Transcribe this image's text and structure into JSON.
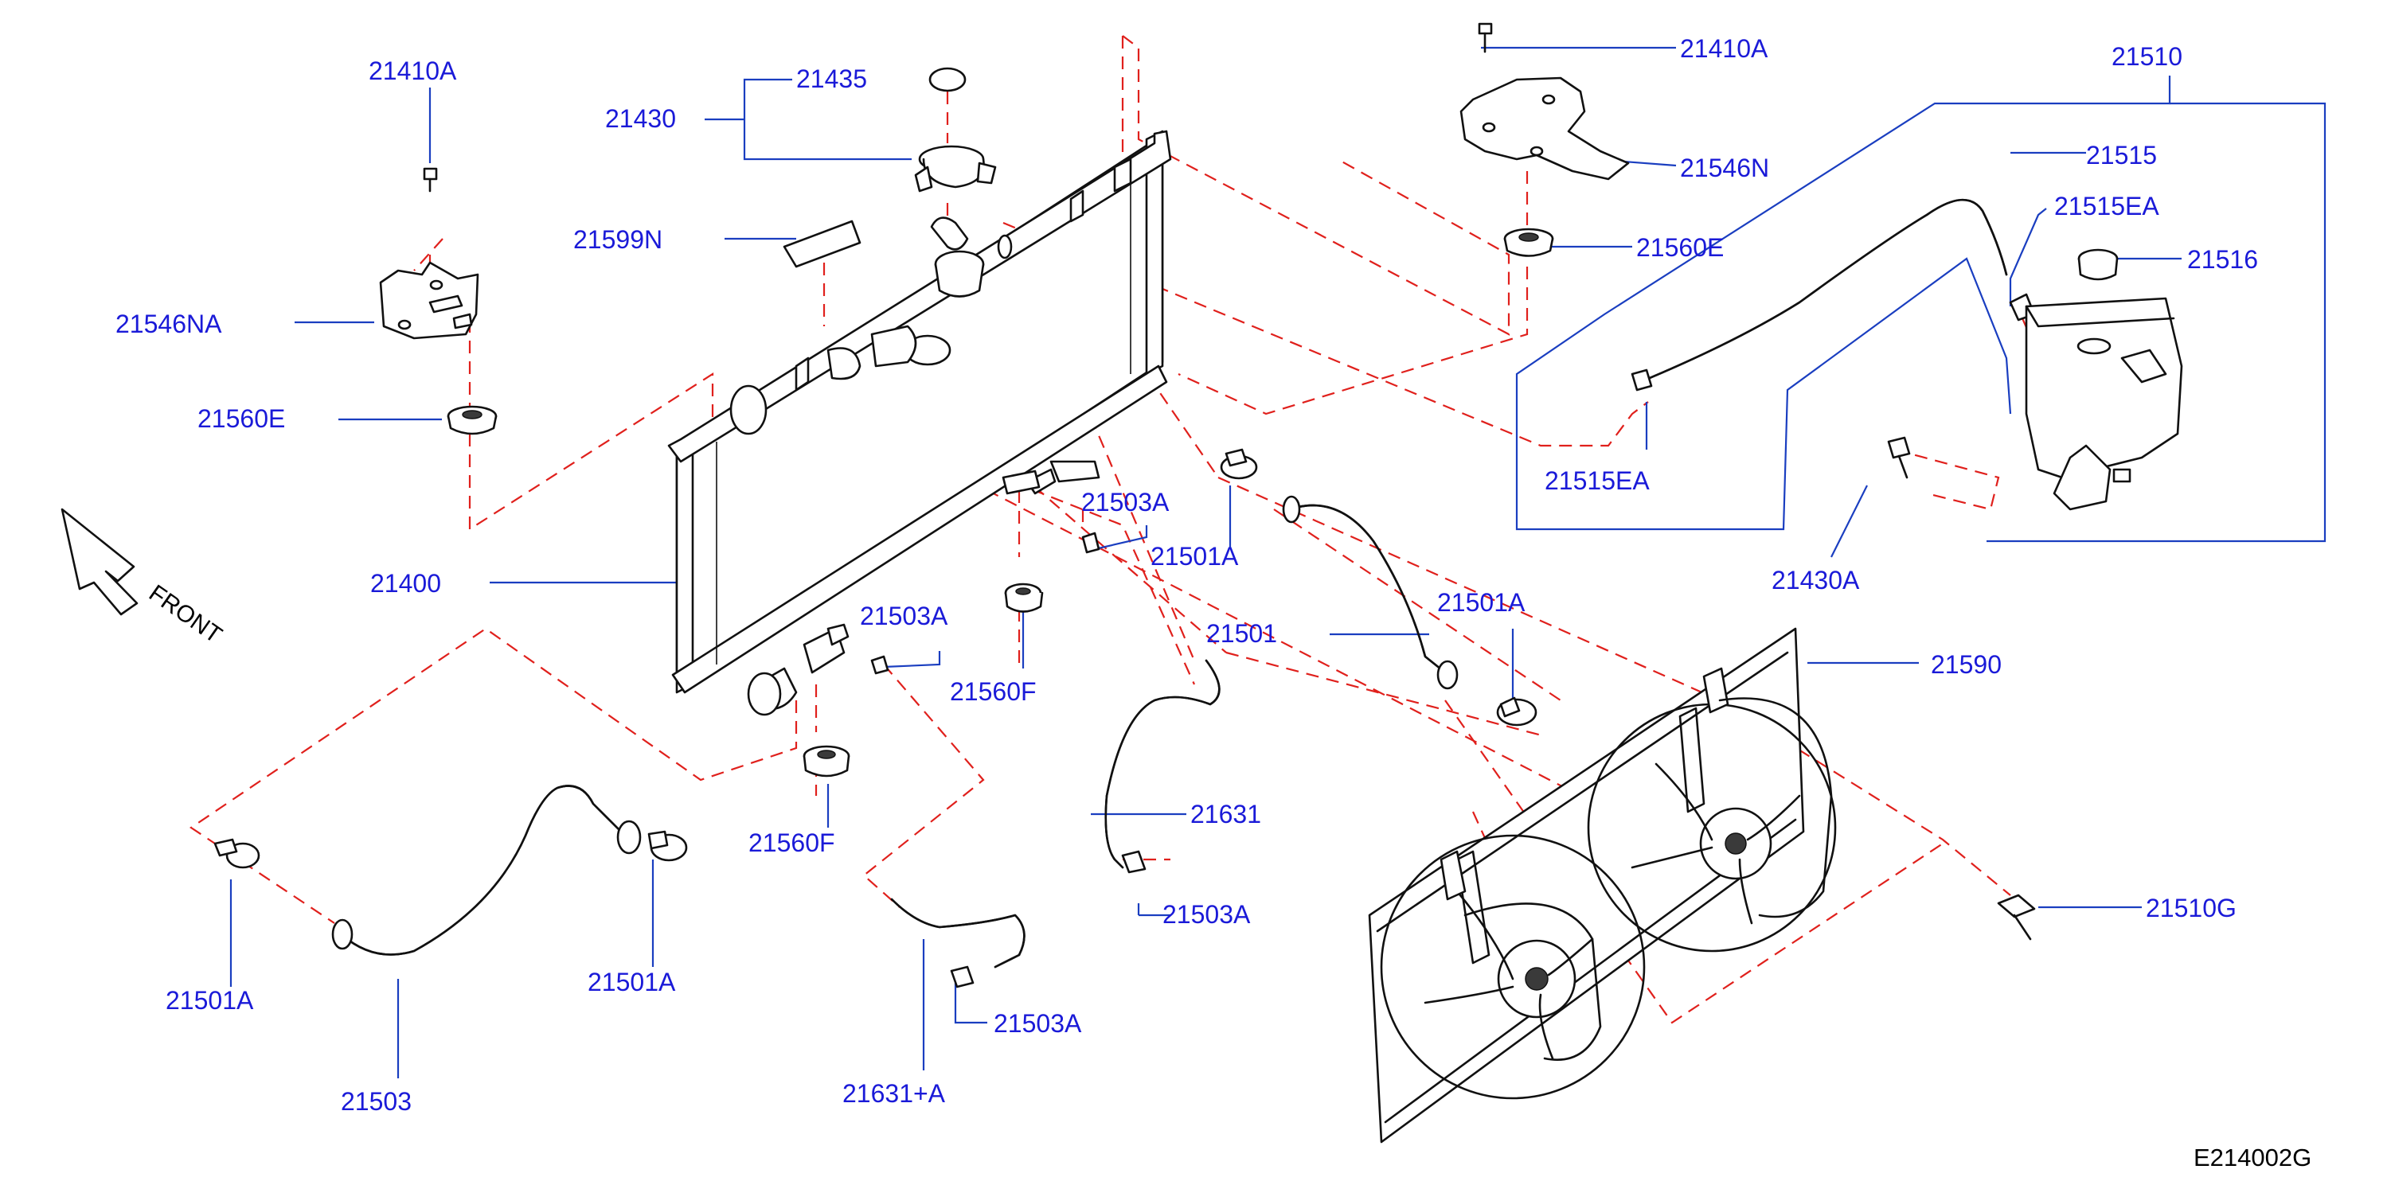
{
  "labels": {
    "p21410A_left": "21410A",
    "p21435": "21435",
    "p21430": "21430",
    "p21599N": "21599N",
    "p21546NA": "21546NA",
    "p21560E_left": "21560E",
    "p21400": "21400",
    "p21503A_a": "21503A",
    "p21501A_mid": "21501A",
    "p21503A_b": "21503A",
    "p21501": "21501",
    "p21501A_right": "21501A",
    "p21560F_mid": "21560F",
    "p21560F_low": "21560F",
    "p21631": "21631",
    "p21503A_c": "21503A",
    "p21501A_lowleft": "21501A",
    "p21501A_lowmid": "21501A",
    "p21503": "21503",
    "p21503A_d": "21503A",
    "p21631A": "21631+A",
    "p21410A_right": "21410A",
    "p21546N": "21546N",
    "p21560E_right": "21560E",
    "p21510": "21510",
    "p21515": "21515",
    "p21515EA_top": "21515EA",
    "p21516": "21516",
    "p21515EA_low": "21515EA",
    "p21430A": "21430A",
    "p21590": "21590",
    "p21510G": "21510G"
  },
  "front_label": "FRONT",
  "diagram_code": "E214002G",
  "colors": {
    "label": "#1a1ad8",
    "leader": "#1a3ec0",
    "dashed": "#e0201c",
    "part": "#111111"
  }
}
